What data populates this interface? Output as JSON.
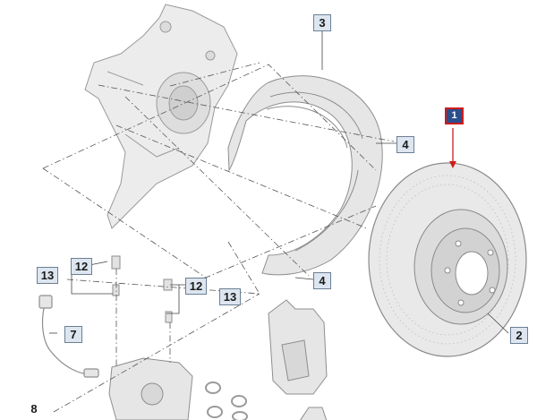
{
  "callouts": {
    "c1": "1",
    "c2": "2",
    "c3": "3",
    "c4a": "4",
    "c4b": "4",
    "c7": "7",
    "c8": "8",
    "c12a": "12",
    "c12b": "12",
    "c13a": "13",
    "c13b": "13"
  },
  "colors": {
    "selected_fill": "#2a4f8e",
    "selected_border": "#d01b1b",
    "arrow": "#d01b1b",
    "callout_box": "#dde6f0",
    "part_fill": "#ececec",
    "part_line": "#9a9a9a"
  }
}
